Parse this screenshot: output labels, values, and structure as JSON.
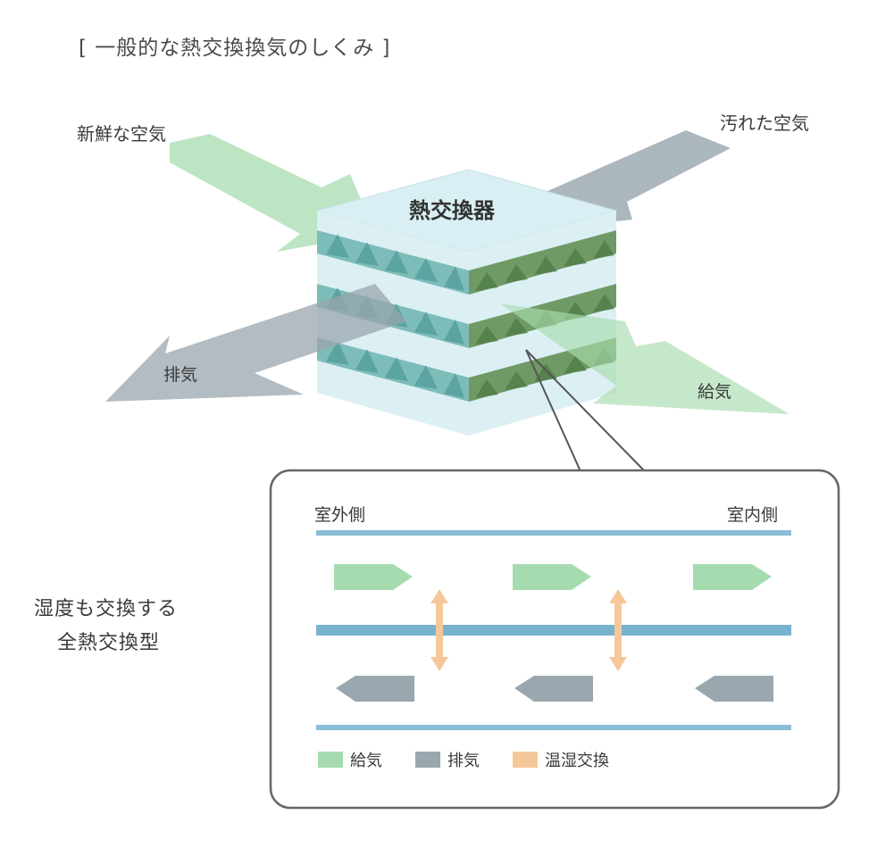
{
  "title": "[ 一般的な熱交換換気のしくみ ]",
  "labels": {
    "fresh_air": "新鮮な空気",
    "dirty_air": "汚れた空気",
    "exhaust": "排気",
    "supply": "給気",
    "heat_exchanger": "熱交換器"
  },
  "type_description": {
    "line1": "湿度も交換する",
    "line2": "全熱交換型"
  },
  "detail": {
    "outdoor_side": "室外側",
    "indoor_side": "室内側"
  },
  "legend": [
    {
      "label": "給気",
      "color": "#a6dbb0"
    },
    {
      "label": "排気",
      "color": "#9aa7ae"
    },
    {
      "label": "温湿交換",
      "color": "#f5c89a"
    }
  ],
  "colors": {
    "supply_flow": "#a6dbb0",
    "exhaust_flow": "#9aa7ae",
    "exchange": "#f5c89a",
    "duct_line": "#7fb3d0",
    "core_face": "#d8eef3",
    "core_fins_front": "#7fbcb8",
    "core_fins_side": "#6f9a65"
  }
}
